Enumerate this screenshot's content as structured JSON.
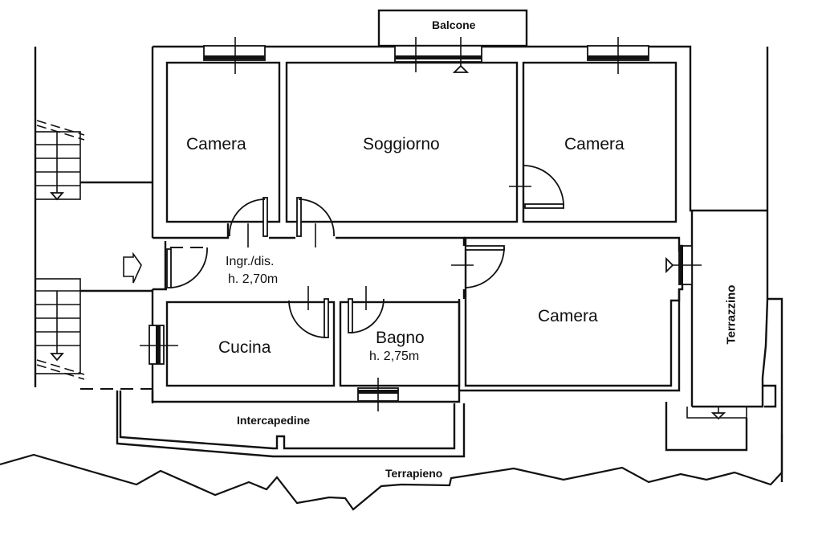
{
  "plan": {
    "colors": {
      "ink": "#111111",
      "paper": "#ffffff"
    },
    "rooms": [
      {
        "id": "camera-nw",
        "label": "Camera"
      },
      {
        "id": "soggiorno",
        "label": "Soggiorno"
      },
      {
        "id": "camera-ne",
        "label": "Camera"
      },
      {
        "id": "ingresso",
        "label": "Ingr./dis.",
        "height": "h. 2,70m"
      },
      {
        "id": "camera-e",
        "label": "Camera"
      },
      {
        "id": "cucina",
        "label": "Cucina"
      },
      {
        "id": "bagno",
        "label": "Bagno",
        "height": "h. 2,75m"
      }
    ],
    "areas": {
      "balcone": "Balcone",
      "terrazzino": "Terrazzino",
      "intercapedine": "Intercapedine",
      "terrapieno": "Terrapieno"
    },
    "symbols": {
      "entrance": "entrance-arrow",
      "stairs": "stair-down",
      "window": "window",
      "door": "swing-door",
      "level_marker": "level-triangle"
    }
  }
}
